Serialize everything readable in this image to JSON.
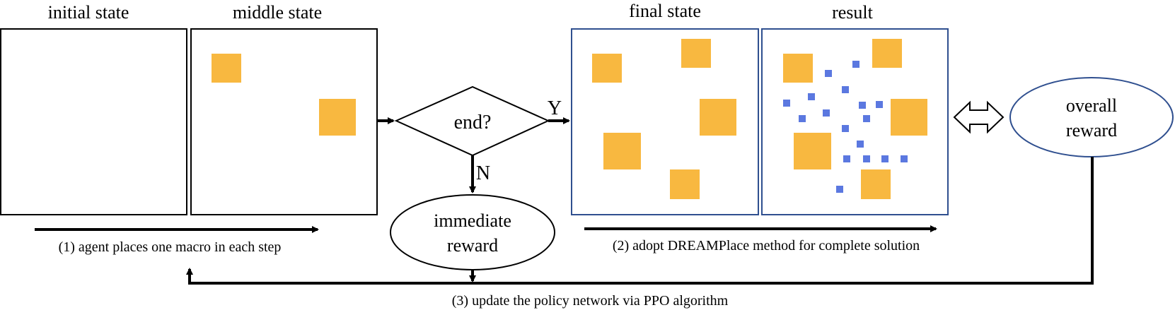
{
  "colors": {
    "macro": "#f8b840",
    "cell": "#5b78e0",
    "panel_blue_border": "#2f4f8f",
    "ellipse_blue_border": "#2f4f8f"
  },
  "labels": {
    "initial_state": "initial state",
    "middle_state": "middle state",
    "final_state": "final state",
    "result": "result",
    "decision": "end?",
    "yes": "Y",
    "no": "N",
    "immediate_reward_line1": "immediate",
    "immediate_reward_line2": "reward",
    "overall_reward_line1": "overall",
    "overall_reward_line2": "reward",
    "step1": "(1) agent places one macro in each step",
    "step2": "(2) adopt DREAMPlace method for complete solution",
    "step3": "(3) update the policy network via PPO algorithm"
  },
  "icons": {
    "equivalence": "double-headed-arrow-icon"
  }
}
